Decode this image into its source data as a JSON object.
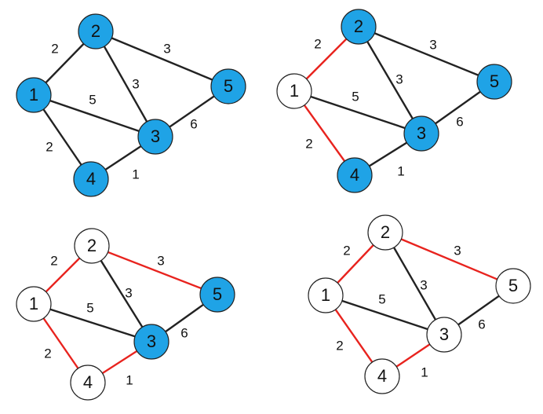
{
  "colors": {
    "unvisited_fill": "#1fa3e6",
    "visited_fill": "#ffffff",
    "node_stroke": "#222222",
    "edge_default": "#222222",
    "edge_tree": "#e8231e"
  },
  "node_labels": [
    "1",
    "2",
    "3",
    "4",
    "5"
  ],
  "edges": [
    {
      "from": "1",
      "to": "2",
      "weight": "2"
    },
    {
      "from": "1",
      "to": "3",
      "weight": "5"
    },
    {
      "from": "1",
      "to": "4",
      "weight": "2"
    },
    {
      "from": "2",
      "to": "3",
      "weight": "3"
    },
    {
      "from": "2",
      "to": "5",
      "weight": "3"
    },
    {
      "from": "3",
      "to": "4",
      "weight": "1"
    },
    {
      "from": "3",
      "to": "5",
      "weight": "6"
    }
  ],
  "panels": [
    {
      "id": "step-1",
      "visited": [],
      "tree_edges": []
    },
    {
      "id": "step-2",
      "visited": [
        "1"
      ],
      "tree_edges": [
        0,
        2
      ]
    },
    {
      "id": "step-3",
      "visited": [
        "1",
        "2",
        "4"
      ],
      "tree_edges": [
        0,
        2,
        4,
        5
      ]
    },
    {
      "id": "step-4",
      "visited": [
        "1",
        "2",
        "3",
        "4",
        "5"
      ],
      "tree_edges": [
        0,
        2,
        4,
        5
      ]
    }
  ]
}
